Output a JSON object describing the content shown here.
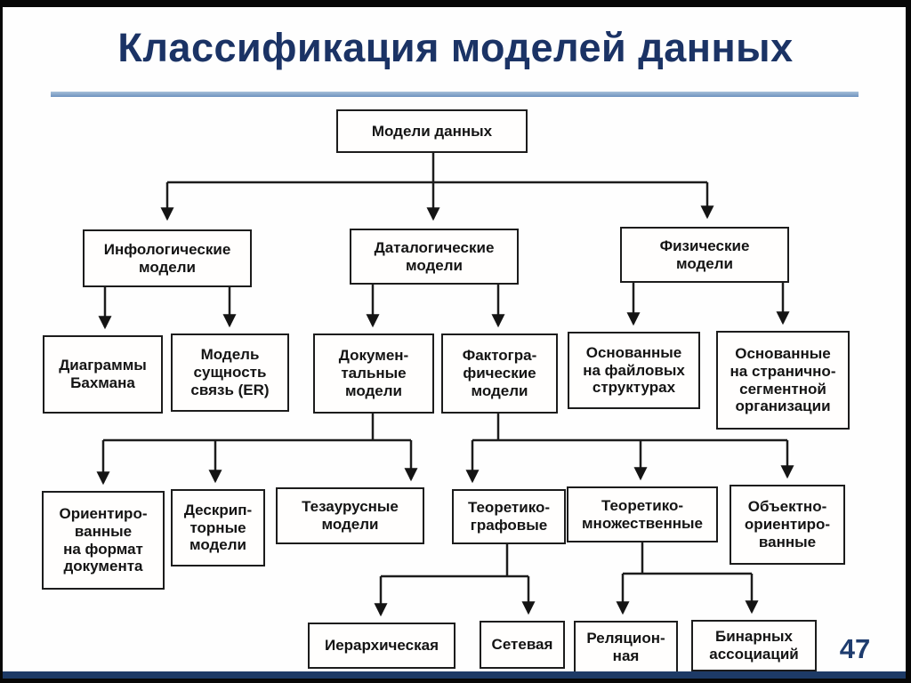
{
  "slide": {
    "title": "Классификация моделей данных",
    "page_number": "47"
  },
  "nodes": {
    "root": "Модели данных",
    "infological": "Инфологические\nмодели",
    "datalogical": "Даталогические\nмодели",
    "physical": "Физические\nмодели",
    "bachman": "Диаграммы\nБахмана",
    "er": "Модель\nсущность\nсвязь (ER)",
    "documentary": "Докумен-\nтальные\nмодели",
    "factographic": "Фактогра-\nфические\nмодели",
    "file_based": "Основанные\nна файловых\nструктурах",
    "page_segment": "Основанные\nна странично-\nсегментной\nорганизации",
    "doc_format": "Ориентиро-\nванные\nна формат\nдокумента",
    "descriptor": "Дескрип-\nторные\nмодели",
    "thesaurus": "Тезаурусные\nмодели",
    "graph_theoretic": "Теоретико-\nграфовые",
    "set_theoretic": "Теоретико-\nмножественные",
    "object_oriented": "Объектно-\nориентиро-\nванные",
    "hierarchical": "Иерархическая",
    "network": "Сетевая",
    "relational": "Реляцион-\nная",
    "binary": "Бинарных\nассоциаций"
  },
  "hierarchy": {
    "root": [
      "infological",
      "datalogical",
      "physical"
    ],
    "infological": [
      "bachman",
      "er"
    ],
    "datalogical": [
      "documentary",
      "factographic"
    ],
    "physical": [
      "file_based",
      "page_segment"
    ],
    "documentary": [
      "doc_format",
      "descriptor",
      "thesaurus"
    ],
    "factographic": [
      "graph_theoretic",
      "set_theoretic",
      "object_oriented"
    ],
    "graph_theoretic": [
      "hierarchical",
      "network"
    ],
    "set_theoretic": [
      "relational",
      "binary"
    ]
  },
  "colors": {
    "title_text": "#1b3365",
    "title_underline": "#7b9cc4",
    "page_number": "#1e3c6e",
    "diagram_ink": "#1c1c1c",
    "footer_line": "#1d3a66",
    "frame": "#070707"
  }
}
